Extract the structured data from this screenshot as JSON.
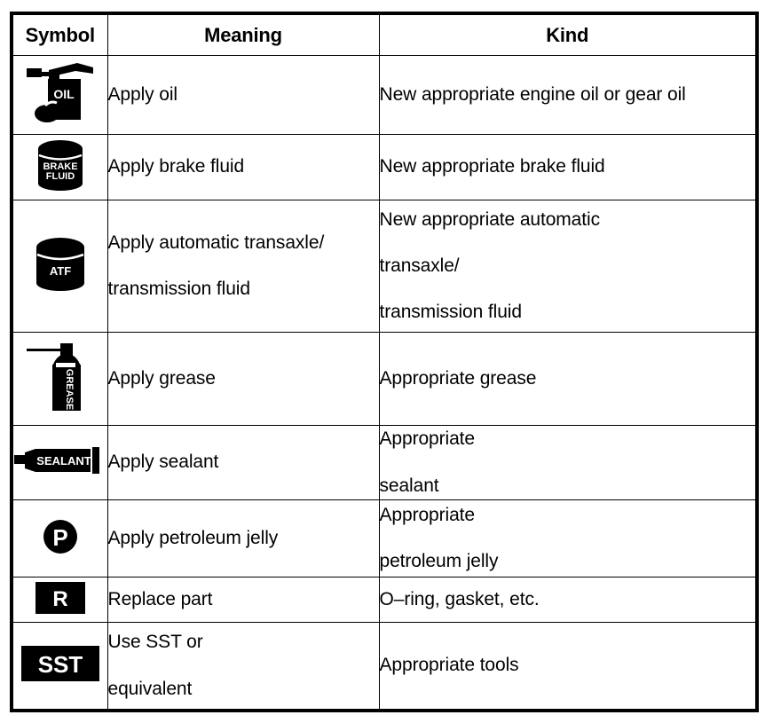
{
  "table": {
    "headers": {
      "symbol": "Symbol",
      "meaning": "Meaning",
      "kind": "Kind"
    },
    "rows": [
      {
        "icon": "oil-can-icon",
        "icon_label": "OIL",
        "meaning": [
          "Apply oil"
        ],
        "kind": [
          "New appropriate engine oil or gear oil"
        ]
      },
      {
        "icon": "brake-fluid-can-icon",
        "icon_label_line1": "BRAKE",
        "icon_label_line2": "FLUID",
        "meaning": [
          "Apply brake fluid"
        ],
        "kind": [
          "New appropriate brake fluid"
        ]
      },
      {
        "icon": "atf-can-icon",
        "icon_label": "ATF",
        "meaning": [
          "Apply automatic transaxle/",
          "transmission fluid"
        ],
        "kind": [
          "New appropriate automatic",
          "transaxle/",
          "transmission fluid"
        ]
      },
      {
        "icon": "grease-tube-icon",
        "icon_label": "GREASE",
        "meaning": [
          "Apply grease"
        ],
        "kind": [
          "Appropriate grease"
        ]
      },
      {
        "icon": "sealant-tube-icon",
        "icon_label": "SEALANT",
        "meaning": [
          "Apply sealant"
        ],
        "kind": [
          "Appropriate",
          "sealant"
        ]
      },
      {
        "icon": "petroleum-jelly-icon",
        "icon_label": "P",
        "meaning": [
          "Apply petroleum jelly"
        ],
        "kind": [
          "Appropriate",
          "petroleum jelly"
        ]
      },
      {
        "icon": "replace-part-icon",
        "icon_label": "R",
        "meaning": [
          "Replace part"
        ],
        "kind": [
          "O–ring, gasket, etc."
        ]
      },
      {
        "icon": "sst-tool-icon",
        "icon_label": "SST",
        "meaning": [
          "Use SST or",
          "equivalent"
        ],
        "kind": [
          "Appropriate tools"
        ]
      }
    ]
  },
  "colors": {
    "ink": "#000000",
    "paper": "#ffffff"
  }
}
